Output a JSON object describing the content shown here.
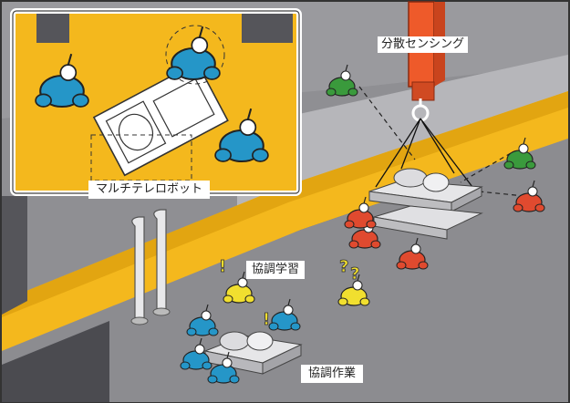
{
  "labels": {
    "distributed_sensing": "分散センシング",
    "multi_telerobot": "マルチテレロボット",
    "cooperative_learning": "協調学習",
    "cooperative_work": "協調作業"
  },
  "colors": {
    "floor_yellow": "#f4b81d",
    "wall_gray": "#8f8f93",
    "dark_gray": "#4b4b50",
    "crane_orange": "#ee5a2a",
    "robot_blue": "#2596c8",
    "robot_red": "#e04a2f",
    "robot_yellow": "#f1df2f",
    "robot_green": "#3a9a3c"
  },
  "icons": [
    "crane-hook-icon",
    "exclamation-icon",
    "question-icon",
    "robot-icon"
  ]
}
